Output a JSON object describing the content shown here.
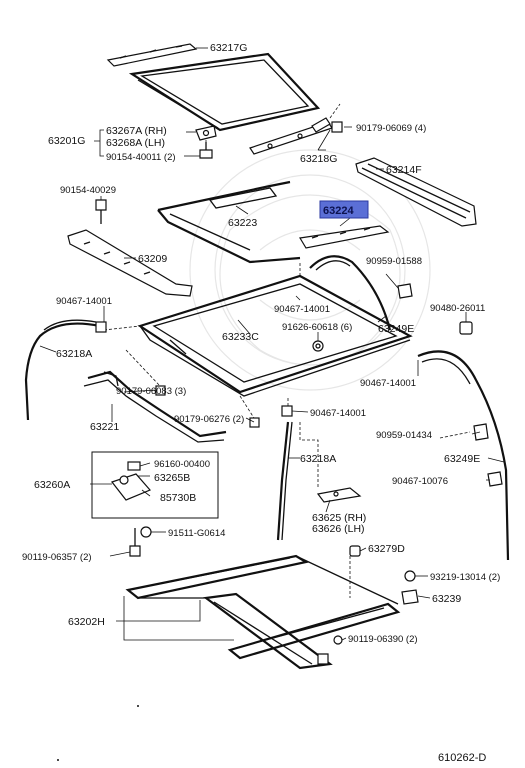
{
  "diagram": {
    "code": "610262-D",
    "highlighted_part": "63224",
    "labels": {
      "p63217G": "63217G",
      "p63201G": "63201G",
      "p63267A": "63267A (RH)",
      "p63268A": "63268A (LH)",
      "p90154_40011": "90154-40011 (2)",
      "p90179_06069": "90179-06069 (4)",
      "p63218G": "63218G",
      "p63214F": "63214F",
      "p90154_40029": "90154-40029",
      "p63223": "63223",
      "p63224": "63224",
      "p63209": "63209",
      "p90959_01588": "90959-01588",
      "p90467_14001_a": "90467-14001",
      "p90467_14001_b": "90467-14001",
      "p90480_26011": "90480-26011",
      "p63233C": "63233C",
      "p91626_60618": "91626-60618 (6)",
      "p63249E_a": "63249E",
      "p63218A_a": "63218A",
      "p90467_14001_c": "90467-14001",
      "p90179_06083": "90179-06083 (3)",
      "p90179_06276": "90179-06276 (2)",
      "p90467_14001_d": "90467-14001",
      "p63221": "63221",
      "p90959_01434": "90959-01434",
      "p63218A_b": "63218A",
      "p63249E_b": "63249E",
      "p90467_10076": "90467-10076",
      "p96160_00400": "96160-00400",
      "p63265B": "63265B",
      "p63260A": "63260A",
      "p85730B": "85730B",
      "p91511_G0614": "91511-G0614",
      "p63625": "63625 (RH)",
      "p63626": "63626 (LH)",
      "p90119_06357": "90119-06357 (2)",
      "p63279D": "63279D",
      "p93219_13014": "93219-13014 (2)",
      "p63239": "63239",
      "p63202H": "63202H",
      "p90119_06390": "90119-06390 (2)"
    }
  }
}
